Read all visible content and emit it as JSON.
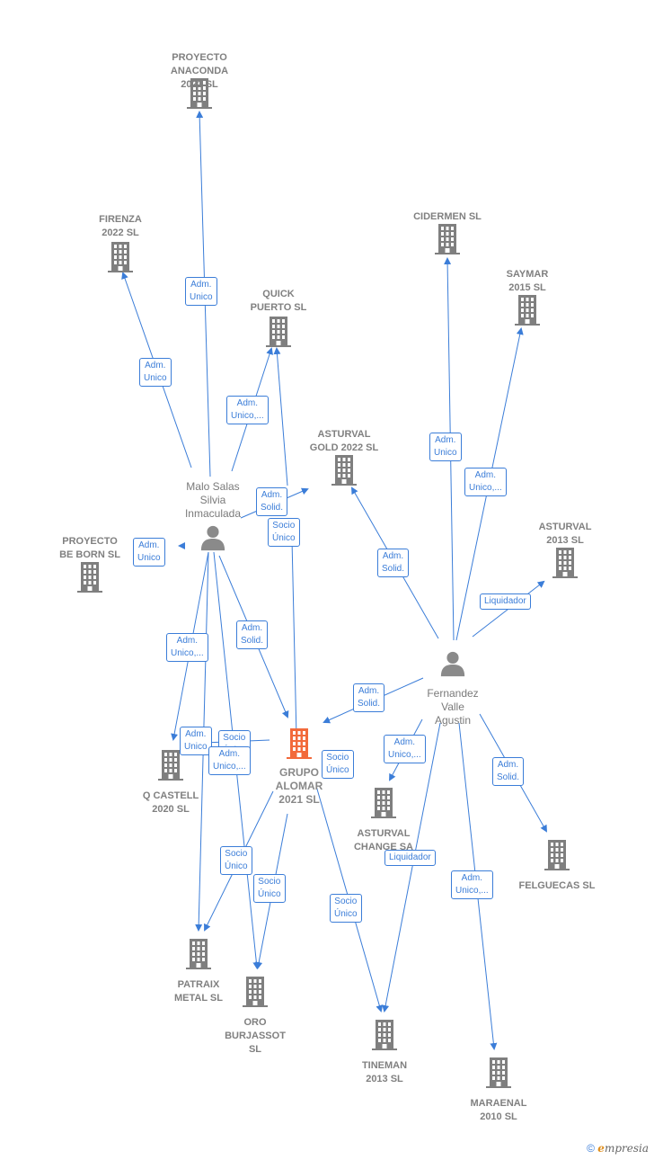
{
  "colors": {
    "edge": "#3b7dd8",
    "building": "#7f7f7f",
    "main_building": "#f26a3b",
    "person": "#8a8a8a"
  },
  "nodes": [
    {
      "id": "anaconda",
      "kind": "company",
      "label": "PROYECTO\nANACONDA\n2021  SL"
    },
    {
      "id": "firenza",
      "kind": "company",
      "label": "FIRENZA\n2022  SL"
    },
    {
      "id": "quick",
      "kind": "company",
      "label": "QUICK\nPUERTO  SL"
    },
    {
      "id": "cidermen",
      "kind": "company",
      "label": "CIDERMEN  SL"
    },
    {
      "id": "saymar",
      "kind": "company",
      "label": "SAYMAR\n2015  SL"
    },
    {
      "id": "asturvalgold",
      "kind": "company",
      "label": "ASTURVAL\nGOLD 2022  SL"
    },
    {
      "id": "malo",
      "kind": "person",
      "label": "Malo Salas\nSilvia\nInmaculada"
    },
    {
      "id": "beborn",
      "kind": "company",
      "label": "PROYECTO\nBE BORN  SL"
    },
    {
      "id": "asturval2013",
      "kind": "company",
      "label": "ASTURVAL\n2013 SL"
    },
    {
      "id": "fernandez",
      "kind": "person",
      "label": "Fernandez\nValle\nAgustin"
    },
    {
      "id": "grupo",
      "kind": "main",
      "label": "GRUPO\nALOMAR\n2021  SL"
    },
    {
      "id": "qcastell",
      "kind": "company",
      "label": "Q CASTELL\n2020  SL"
    },
    {
      "id": "asturvalchange",
      "kind": "company",
      "label": "ASTURVAL\nCHANGE SA"
    },
    {
      "id": "felguecas",
      "kind": "company",
      "label": "FELGUECAS SL"
    },
    {
      "id": "patraix",
      "kind": "company",
      "label": "PATRAIX\nMETAL  SL"
    },
    {
      "id": "oro",
      "kind": "company",
      "label": "ORO\nBURJASSOT\nSL"
    },
    {
      "id": "tineman",
      "kind": "company",
      "label": "TINEMAN\n2013 SL"
    },
    {
      "id": "maraenal",
      "kind": "company",
      "label": "MARAENAL\n2010 SL"
    }
  ],
  "edge_labels": [
    "Adm.\nUnico",
    "Adm.\nUnico",
    "Adm.\nUnico,...",
    "Adm.\nSolid.",
    "Socio\nÚnico",
    "Adm.\nUnico",
    "Adm.\nUnico,...",
    "Adm.\nSolid.",
    "Adm.\nUnico",
    "Adm.\nUnico,...",
    "Adm.\nSolid.",
    "Liquidador",
    "Adm.\nSolid.",
    "Adm.\nUnico,...",
    "Adm.\nSolid.",
    "Liquidador",
    "Adm.\nUnico,...",
    "Socio\nÚnico",
    "Adm.\nUnico",
    "Socio\nÚnico",
    "Adm.\nUnico,...",
    "Socio\nÚnico",
    "Socio\nÚnico",
    "Socio\nÚnico"
  ],
  "footer": {
    "copyright": "©",
    "brand_e": "e",
    "brand_rest": "mpresia"
  }
}
